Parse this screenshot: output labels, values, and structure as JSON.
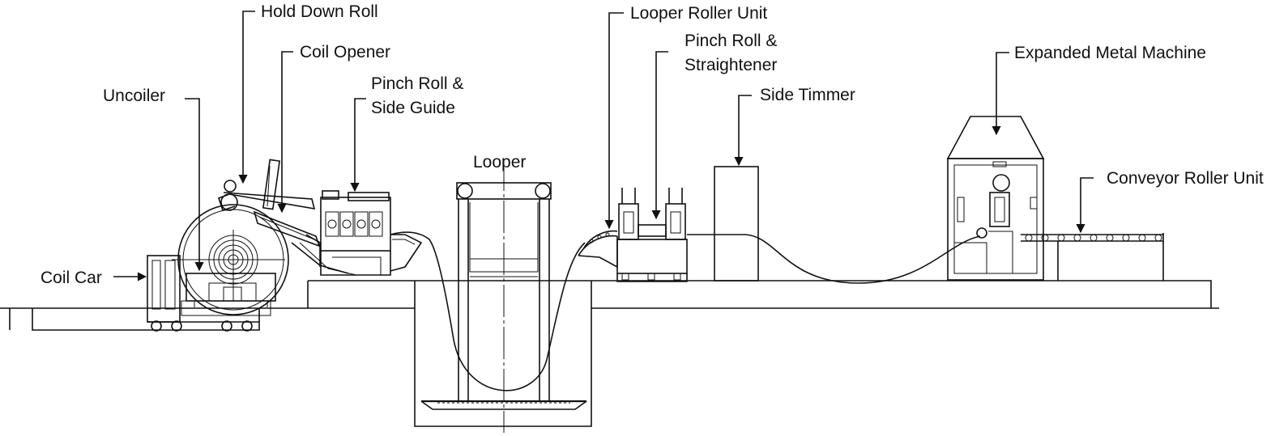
{
  "labels": {
    "hold_down_roll": "Hold Down Roll",
    "coil_opener": "Coil Opener",
    "uncoiler": "Uncoiler",
    "pinch_roll_side_guide": [
      "Pinch Roll &",
      "Side Guide"
    ],
    "coil_car": "Coil Car",
    "looper": "Looper",
    "looper_roller_unit": "Looper Roller Unit",
    "pinch_roll_straightener": [
      "Pinch Roll &",
      "Straightener"
    ],
    "side_timmer": "Side Timmer",
    "expanded_metal_machine": "Expanded Metal Machine",
    "conveyor_roller_unit": "Conveyor Roller Unit"
  },
  "colors": {
    "line": "#111111",
    "background": "#ffffff"
  }
}
